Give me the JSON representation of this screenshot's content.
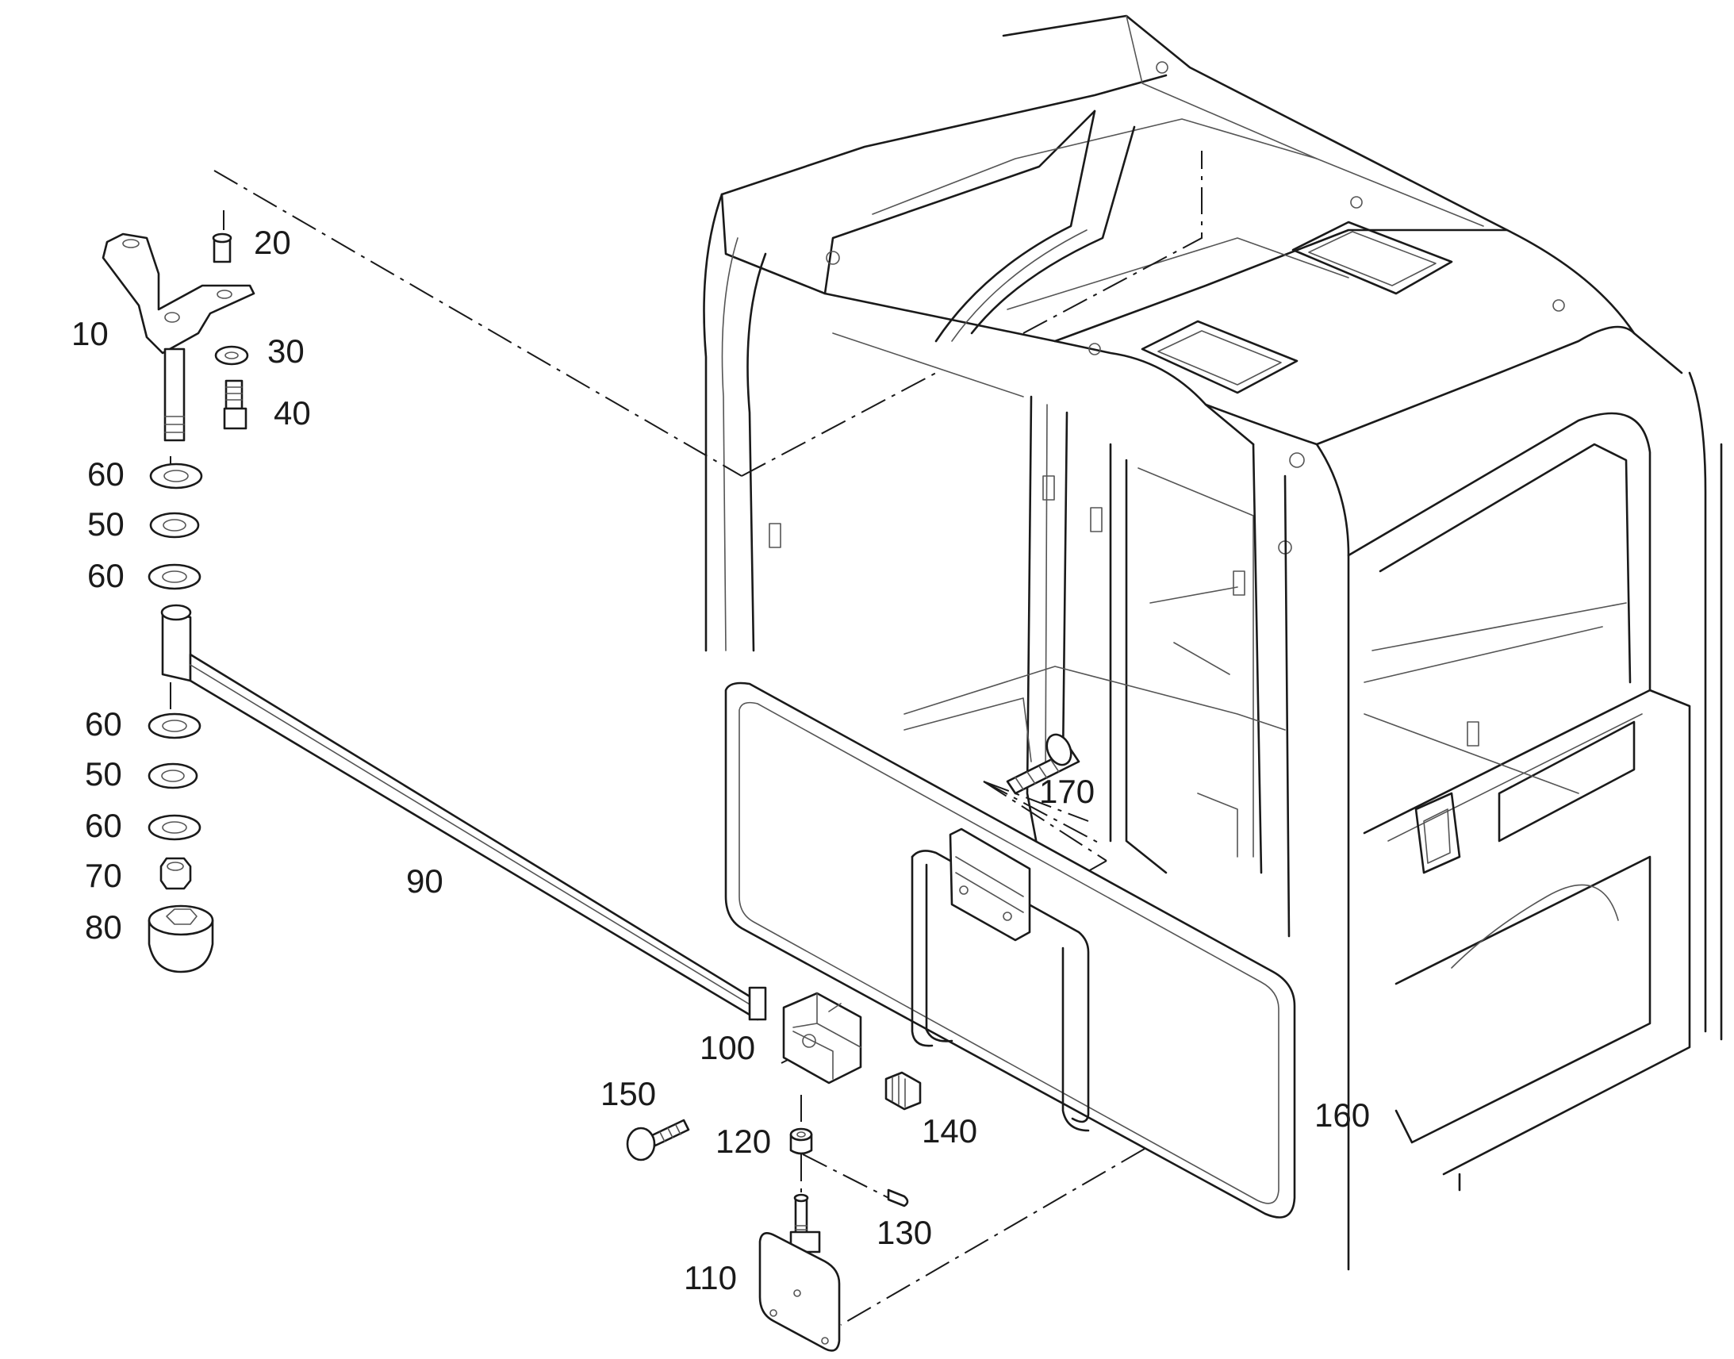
{
  "callouts": [
    {
      "id": "10",
      "text": "10"
    },
    {
      "id": "20",
      "text": "20"
    },
    {
      "id": "30",
      "text": "30"
    },
    {
      "id": "40",
      "text": "40"
    },
    {
      "id": "60a",
      "text": "60"
    },
    {
      "id": "50a",
      "text": "50"
    },
    {
      "id": "60b",
      "text": "60"
    },
    {
      "id": "60c",
      "text": "60"
    },
    {
      "id": "50b",
      "text": "50"
    },
    {
      "id": "60d",
      "text": "60"
    },
    {
      "id": "70",
      "text": "70"
    },
    {
      "id": "80",
      "text": "80"
    },
    {
      "id": "90",
      "text": "90"
    },
    {
      "id": "100",
      "text": "100"
    },
    {
      "id": "110",
      "text": "110"
    },
    {
      "id": "120",
      "text": "120"
    },
    {
      "id": "130",
      "text": "130"
    },
    {
      "id": "140",
      "text": "140"
    },
    {
      "id": "150",
      "text": "150"
    },
    {
      "id": "160",
      "text": "160"
    },
    {
      "id": "170",
      "text": "170"
    }
  ]
}
